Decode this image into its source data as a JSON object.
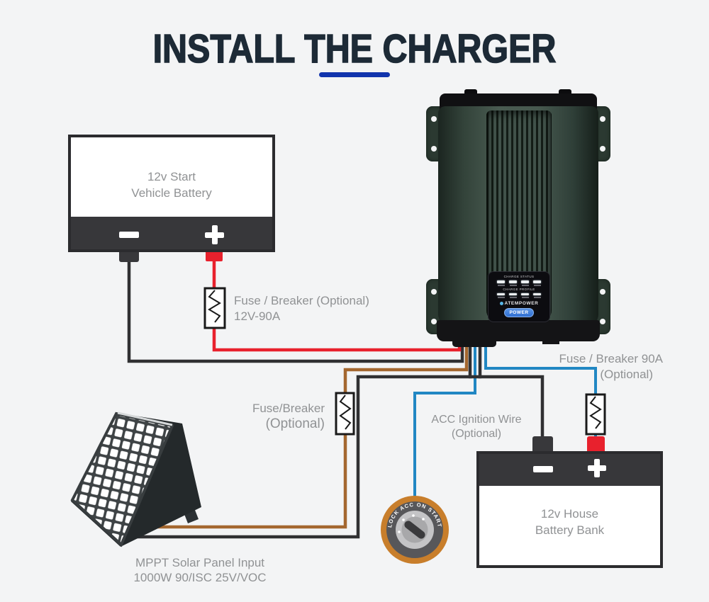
{
  "title": {
    "text": "INSTALL THE CHARGER"
  },
  "colors": {
    "bg": "#f3f4f5",
    "title": "#1d2a36",
    "accent_underline": "#1134ad",
    "label_gray": "#909294",
    "wire_black": "#303032",
    "wire_red": "#e8212d",
    "wire_brown": "#a4672f",
    "wire_blue": "#2187c3",
    "battery_dark": "#37373a",
    "terminal_red": "#e8212d",
    "charger_green": "#3c4e45",
    "fuse_border": "#1a1a1a",
    "key_orange": "#c87e2b",
    "power_button_blue": "#2f6fd3"
  },
  "vehicle_battery": {
    "line1": "12v Start",
    "line2": "Vehicle Battery"
  },
  "house_battery": {
    "line1": "12v House",
    "line2": "Battery Bank"
  },
  "fuse_left_label": {
    "line1": "Fuse / Breaker (Optional)",
    "line2": "12V-90A"
  },
  "fuse_mid_label": {
    "line1": "Fuse/Breaker",
    "line2": "(Optional)"
  },
  "fuse_right_label": {
    "line1": "Fuse / Breaker 90A",
    "line2": "(Optional)"
  },
  "acc_label": {
    "line1": "ACC Ignition Wire",
    "line2": "(Optional)"
  },
  "solar_label": {
    "line1": "MPPT Solar Panel Input",
    "line2": "1000W 90/ISC 25V/VOC"
  },
  "ignition_key": {
    "text": "LOCK ACC ON START"
  },
  "charger": {
    "charge_status": "CHARGE STATUS",
    "charge_profile": "CHARGE PROFILE",
    "brand": "ATEMPOWER",
    "power": "POWER"
  }
}
